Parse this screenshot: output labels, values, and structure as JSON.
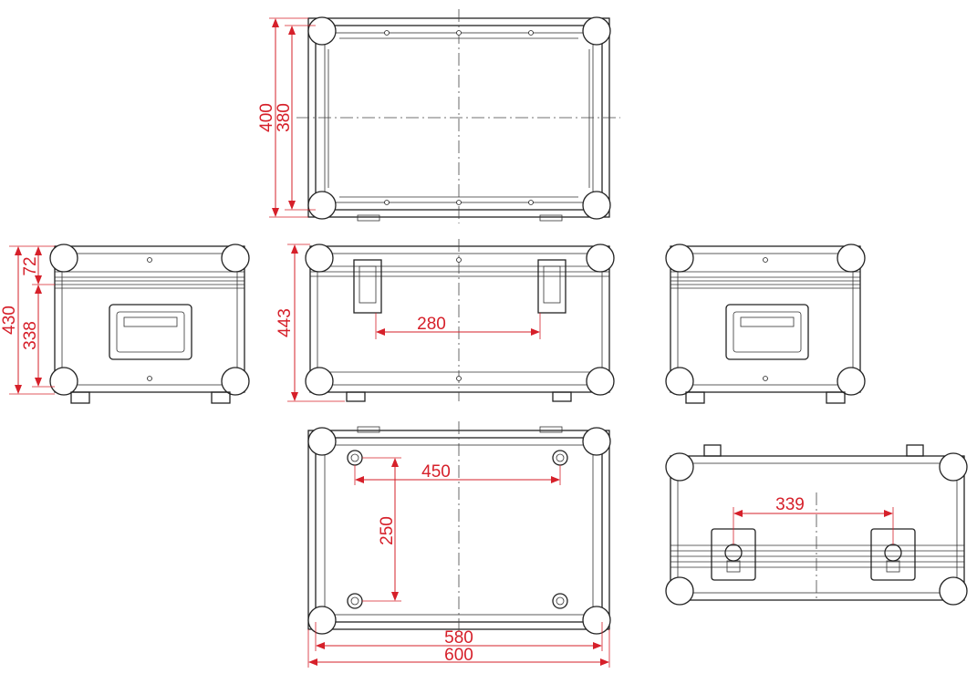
{
  "diagram": {
    "dimensions": {
      "top_outer_height": "400",
      "top_inner_height": "380",
      "side_top_offset": "72",
      "side_total_height": "430",
      "side_body_height": "338",
      "front_height": "443",
      "latch_spacing": "280",
      "foot_spacing_width": "450",
      "foot_spacing_depth": "250",
      "bottom_inner_width": "580",
      "bottom_outer_width": "600",
      "handle_spacing": "339"
    },
    "colors": {
      "dimension": "#d6202a",
      "outline": "#222222"
    }
  }
}
